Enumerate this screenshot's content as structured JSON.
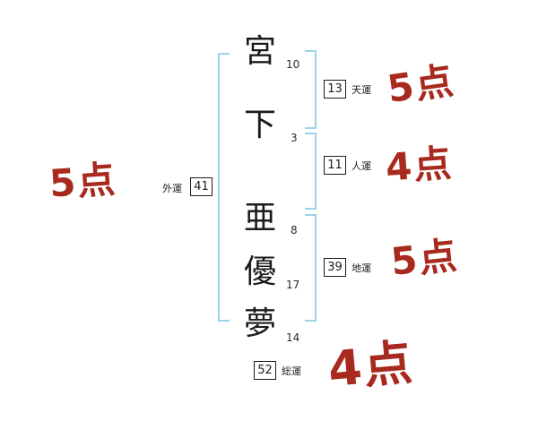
{
  "name_chars": [
    {
      "char": "宮",
      "strokes": "10"
    },
    {
      "char": "下",
      "strokes": "3"
    },
    {
      "char": "亜",
      "strokes": "8"
    },
    {
      "char": "優",
      "strokes": "17"
    },
    {
      "char": "夢",
      "strokes": "14"
    }
  ],
  "fortunes": {
    "ten": {
      "value": "13",
      "label": "天運"
    },
    "jin": {
      "value": "11",
      "label": "人運"
    },
    "chi": {
      "value": "39",
      "label": "地運"
    },
    "gai": {
      "value": "41",
      "label": "外運"
    },
    "sou": {
      "value": "52",
      "label": "総運"
    }
  },
  "scores": {
    "gai": "5点",
    "ten": "5点",
    "jin": "4点",
    "chi": "5点",
    "sou": "4点"
  },
  "colors": {
    "bracket_blue": "#9cd4e6",
    "score_red": "#a8291d"
  }
}
